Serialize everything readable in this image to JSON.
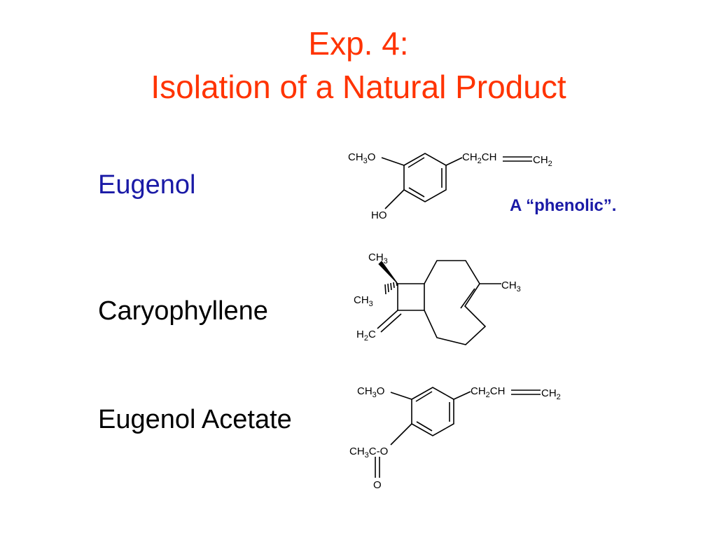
{
  "slide": {
    "title_line1": "Exp. 4:",
    "title_line2": "Isolation of a Natural Product",
    "title_color": "#ff3300"
  },
  "compounds": [
    {
      "name": "Eugenol",
      "color": "#1a1aa6"
    },
    {
      "name": "Caryophyllene",
      "color": "#000000"
    },
    {
      "name": "Eugenol Acetate",
      "color": "#000000"
    }
  ],
  "note": {
    "text": "A “phenolic”.",
    "color": "#1a1aa6"
  },
  "structures": {
    "eugenol": {
      "methoxy": {
        "a": "CH",
        "sub": "3",
        "b": "O"
      },
      "hydroxy": "HO",
      "allyl": {
        "a": "CH",
        "sub": "2",
        "b": "CH",
        "c": "CH",
        "csub": "2"
      }
    },
    "caryophyllene": {
      "methyl_top": {
        "a": "CH",
        "sub": "3"
      },
      "methyl_left": {
        "a": "CH",
        "sub": "3"
      },
      "methyl_right": {
        "a": "CH",
        "sub": "3"
      },
      "methylene": {
        "a": "H",
        "sub": "2",
        "b": "C"
      }
    },
    "eugenol_acetate": {
      "methoxy": {
        "a": "CH",
        "sub": "3",
        "b": "O"
      },
      "ester": {
        "a": "CH",
        "sub": "3",
        "b": "C-O"
      },
      "carbonyl_o": "O",
      "allyl": {
        "a": "CH",
        "sub": "2",
        "b": "CH",
        "c": "CH",
        "csub": "2"
      }
    }
  }
}
